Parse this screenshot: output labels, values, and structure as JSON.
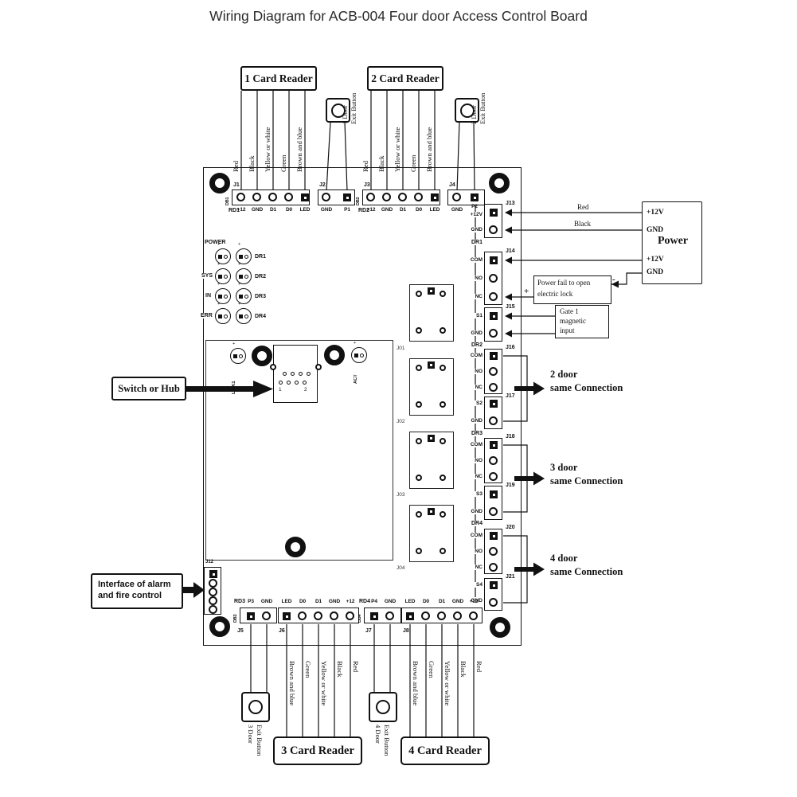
{
  "title": "Wiring Diagram for ACB-004 Four door Access Control Board",
  "ink": "#111111",
  "top": {
    "reader1": "1 Card Reader",
    "reader2": "2 Card Reader",
    "exit1": {
      "line1": "1 Door",
      "line2": "Exit Button"
    },
    "exit2": {
      "line1": "2 Door",
      "line2": "Exit Button"
    },
    "wire_colors": [
      "Red",
      "Black",
      "Yellow or white",
      "Green",
      "Brown and blue"
    ],
    "j1": {
      "name": "J1",
      "group": "RD1",
      "side": "DB1",
      "pins": [
        "+12",
        "GND",
        "D1",
        "D0",
        "LED"
      ]
    },
    "j2": {
      "name": "J2",
      "pins": [
        "GND",
        "P1"
      ]
    },
    "j3": {
      "name": "J3",
      "group": "RD2",
      "side": "DB2",
      "pins": [
        "+12",
        "GND",
        "D1",
        "D0",
        "LED"
      ]
    },
    "j4": {
      "name": "J4",
      "pins": [
        "GND",
        "P2"
      ]
    }
  },
  "board": {
    "leds": {
      "power": "POWER",
      "sys": "SYS",
      "in": "IN",
      "err": "ERR",
      "dr": [
        "DR1",
        "DR2",
        "DR3",
        "DR4"
      ]
    },
    "relays": [
      "J01",
      "J02",
      "J03",
      "J04"
    ],
    "ethernet": {
      "link": "LINK1",
      "act": "ACT",
      "pin1": "1",
      "pin2": "2"
    },
    "switch_hub": "Switch or Hub"
  },
  "right": {
    "wire_red": "Red",
    "wire_black": "Black",
    "dr": [
      "DR1",
      "DR2",
      "DR3",
      "DR4"
    ],
    "j13": {
      "name": "J13",
      "pins": [
        "+12V",
        "GND"
      ]
    },
    "j14": {
      "name": "J14",
      "pins": [
        "COM",
        "NO",
        "NC"
      ]
    },
    "j15": {
      "name": "J15",
      "pins": [
        "S1",
        "GND"
      ]
    },
    "j16": {
      "name": "J16",
      "pins": [
        "COM",
        "NO",
        "NC"
      ]
    },
    "j17": {
      "name": "J17",
      "pins": [
        "S2",
        "GND"
      ]
    },
    "j18": {
      "name": "J18",
      "pins": [
        "COM",
        "NO",
        "NC"
      ]
    },
    "j19": {
      "name": "J19",
      "pins": [
        "S3",
        "GND"
      ]
    },
    "j20": {
      "name": "J20",
      "pins": [
        "COM",
        "NO",
        "NC"
      ]
    },
    "j21": {
      "name": "J21",
      "pins": [
        "S4",
        "GND"
      ]
    },
    "power_box": {
      "title": "Power",
      "pins": [
        "+12V",
        "GND",
        "+12V",
        "GND"
      ]
    },
    "lock_box": {
      "line1": "Power fail to open",
      "line2": "electric lock",
      "plus": "+",
      "minus": "-"
    },
    "gate_box": [
      "Gate 1",
      "magnetic",
      "input"
    ],
    "door2": {
      "line1": "2 door",
      "line2": "same Connection"
    },
    "door3": {
      "line1": "3 door",
      "line2": "same Connection"
    },
    "door4": {
      "line1": "4 door",
      "line2": "same Connection"
    }
  },
  "bottom": {
    "j5": {
      "name": "J5",
      "group": "RD3",
      "side": "DB3",
      "pins": [
        "P3",
        "GND"
      ]
    },
    "j6": {
      "name": "J6",
      "pins": [
        "LED",
        "D0",
        "D1",
        "GND",
        "+12"
      ]
    },
    "j7": {
      "name": "J7",
      "group": "RD4",
      "side": "DB4",
      "pins": [
        "P4",
        "GND"
      ]
    },
    "j8": {
      "name": "J8",
      "pins": [
        "LED",
        "D0",
        "D1",
        "GND",
        "+12"
      ]
    },
    "wire_colors": [
      "Brown and blue",
      "Green",
      "Yellow or white",
      "Black",
      "Red"
    ],
    "exit3": {
      "line1": "3 Door",
      "line2": "Exit Button"
    },
    "exit4": {
      "line1": "4 Door",
      "line2": "Exit Button"
    },
    "reader3": "3 Card Reader",
    "reader4": "4 Card Reader",
    "alarm": {
      "line1": "Interface of alarm",
      "line2": "and fire control"
    },
    "j12": "J12"
  }
}
